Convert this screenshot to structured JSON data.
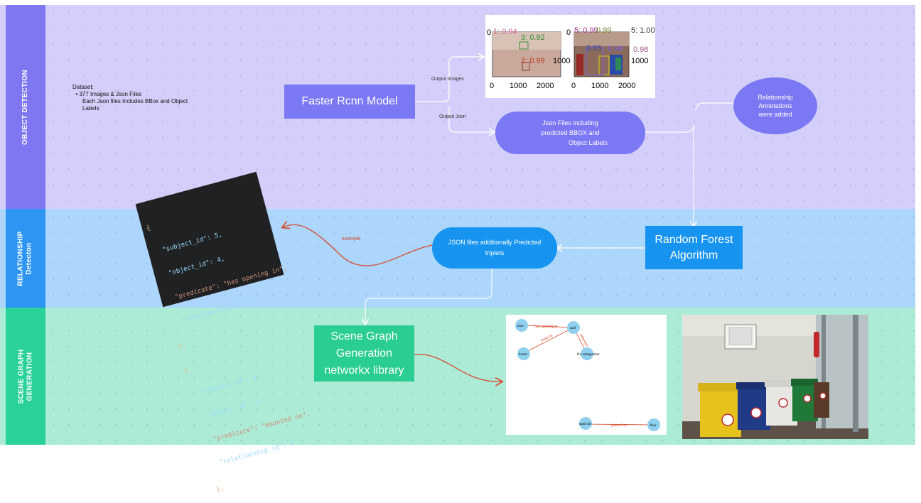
{
  "rows": {
    "object_detection": "OBJECT DETECTION",
    "relationship_line1": "RELATIONSHIP",
    "relationship_line2": "Detecton",
    "scene_graph_line1": "SCENE GRAPH",
    "scene_graph_line2": "GENERATION"
  },
  "dataset": {
    "title": "Dataset:",
    "bullet_line1": "377 Images & Json Files",
    "bullet_line2": "Each Json files Includes BBox and Object",
    "bullet_line3": "Labels"
  },
  "nodes": {
    "faster_rcnn": "Faster Rcnn Model",
    "json_files_line1": "Json Files including",
    "json_files_line2": "predicted BBOX and",
    "json_files_line3": "Object Labels",
    "annotations_line1": "Relationship",
    "annotations_line2": "Annotations",
    "annotations_line3": "were added",
    "random_forest_line1": "Random Forest",
    "random_forest_line2": "Algorithm",
    "json_triplets_line1": "JSON files additionally Predicted",
    "json_triplets_line2": "triplets",
    "scene_graph_line1": "Scene Graph",
    "scene_graph_line2": "Generation",
    "scene_graph_line3": "networkx library"
  },
  "edge_labels": {
    "output_images": "Output Images",
    "output_json": "Output Json",
    "example": "example"
  },
  "detection_plot_1": {
    "labels": [
      "1: 0.94",
      "3: 0.92",
      "2: 0.99"
    ],
    "y_ticks": [
      "0",
      "1000"
    ],
    "x_ticks": [
      "0",
      "1000",
      "2000"
    ]
  },
  "detection_plot_2": {
    "labels": [
      "5: 0.99",
      "0.99",
      "5: 1.00",
      "0.95",
      "0.98",
      "0.98"
    ],
    "y_ticks": [
      "0",
      "1000"
    ],
    "x_ticks": [
      "0",
      "1000",
      "2000"
    ]
  },
  "code_snippet": {
    "open1": "{",
    "l1": "\"subject_id\": 5,",
    "l2": "\"object_id\": 4,",
    "l3": "\"predicate\": \"has opening in\",",
    "l4": "\"relationship_id\": 9",
    "close1": "},",
    "open2": "{",
    "l5": "\"subject_id\": 3,",
    "l6": "\"object_id\": 1,",
    "l7": "\"predicate\": \"mounted on\",",
    "l8": "\"relationship_id\": 2",
    "close2": "},"
  },
  "scene_graph": {
    "nodes": [
      "door",
      "wall",
      "board",
      "fire extinguisher",
      "trash bin",
      "floor"
    ],
    "edges": [
      "has opening in",
      "fixed on",
      "attached",
      "placed on"
    ]
  },
  "colors": {
    "object_band": "#d3cffa",
    "relationship_band": "#acd6fb",
    "scene_band": "#acebd6",
    "object_label": "#7f77f1",
    "relationship_label": "#2d95f2",
    "scene_label": "#2bd19b",
    "node_purple": "#7b78f4",
    "node_blue": "#1694f0",
    "node_green": "#2acd92",
    "arrow_red": "#d84a2c"
  }
}
